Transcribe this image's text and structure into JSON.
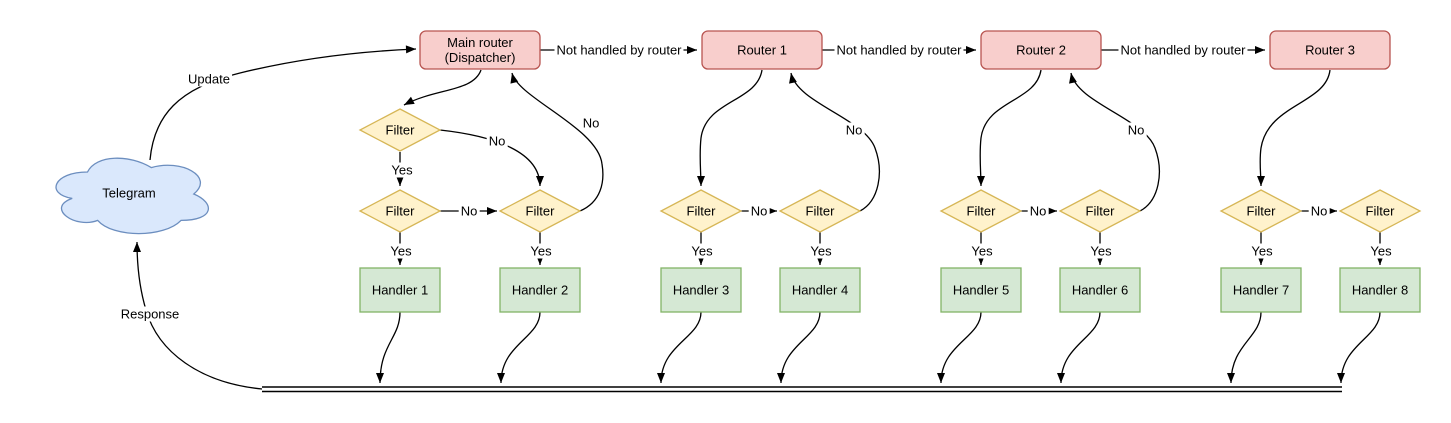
{
  "diagram": {
    "cloud": {
      "label": "Telegram"
    },
    "dispatcher": {
      "label_line1": "Main router",
      "label_line2": "(Dispatcher)"
    },
    "routers": [
      "Router 1",
      "Router 2",
      "Router 3"
    ],
    "filter_label": "Filter",
    "handlers": [
      "Handler 1",
      "Handler 2",
      "Handler 3",
      "Handler 4",
      "Handler 5",
      "Handler 6",
      "Handler 7",
      "Handler 8"
    ],
    "edge_labels": {
      "update": "Update",
      "response": "Response",
      "not_handled": "Not handled by router",
      "yes": "Yes",
      "no": "No"
    },
    "colors": {
      "cloud_fill": "#dae8fc",
      "cloud_stroke": "#6c8ebf",
      "router_fill": "#f8cecc",
      "router_stroke": "#b85450",
      "filter_fill": "#fff2cc",
      "filter_stroke": "#d6b656",
      "handler_fill": "#d5e8d4",
      "handler_stroke": "#82b366",
      "edge_stroke": "#000000",
      "label_background": "#ffffff"
    }
  }
}
